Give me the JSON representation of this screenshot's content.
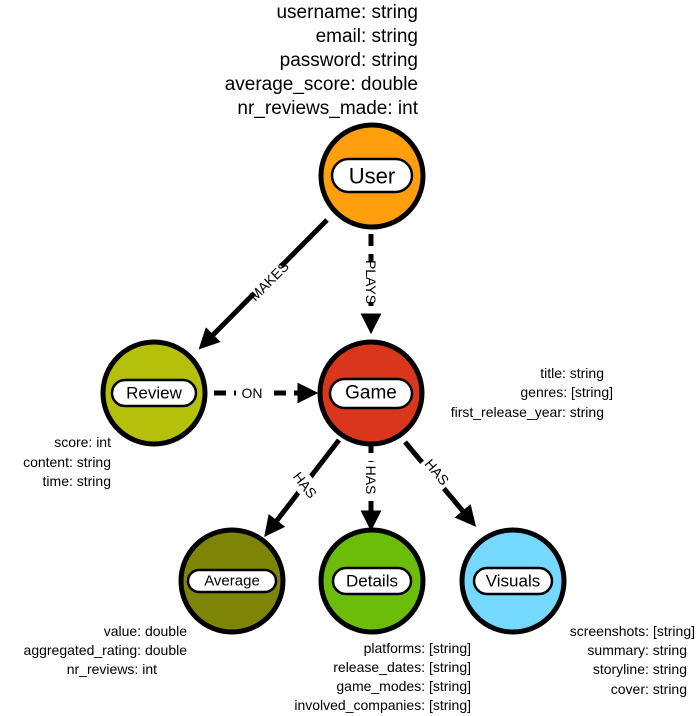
{
  "nodes": {
    "user": {
      "label": "User",
      "color": "#ff9f0d",
      "properties": [
        "username: string",
        "email: string",
        "password: string",
        "average_score: double",
        "nr_reviews_made: int"
      ]
    },
    "review": {
      "label": "Review",
      "color": "#b5c00a",
      "properties": [
        "score: int",
        "content: string",
        "time: string"
      ]
    },
    "game": {
      "label": "Game",
      "color": "#d9361c",
      "properties": [
        "title: string",
        "genres: [string]",
        "first_release_year: string"
      ]
    },
    "average": {
      "label": "Average",
      "color": "#7e8506",
      "properties": [
        "value: double",
        "aggregated_rating: double",
        "nr_reviews: int"
      ]
    },
    "details": {
      "label": "Details",
      "color": "#6cbd0a",
      "properties": [
        "platforms: [string]",
        "release_dates: [string]",
        "game_modes: [string]",
        "involved_companies: [string]"
      ]
    },
    "visuals": {
      "label": "Visuals",
      "color": "#75d8ff",
      "properties": [
        "screenshots: [string]",
        "summary: string",
        "storyline: string",
        "cover: string"
      ]
    }
  },
  "edges": {
    "makes": "MAKES",
    "plays": "PLAYS",
    "on": "ON",
    "has_average": "HAS",
    "has_details": "HAS",
    "has_visuals": "HAS"
  }
}
